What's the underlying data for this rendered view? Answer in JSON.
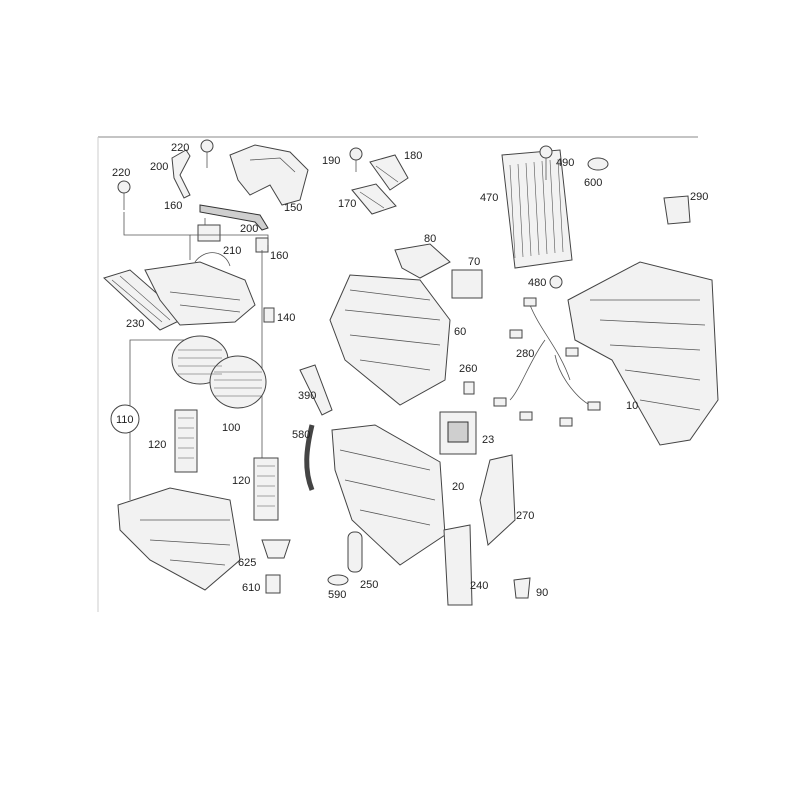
{
  "diagram": {
    "labels": [
      "220",
      "200",
      "150",
      "220",
      "160",
      "200",
      "210",
      "160",
      "230",
      "140",
      "110",
      "120",
      "100",
      "120",
      "625",
      "610",
      "190",
      "180",
      "170",
      "80",
      "70",
      "60",
      "390",
      "260",
      "580",
      "23",
      "20",
      "250",
      "590",
      "270",
      "240",
      "470",
      "490",
      "600",
      "290",
      "480",
      "280",
      "10",
      "90"
    ],
    "bracket_label": "110"
  }
}
